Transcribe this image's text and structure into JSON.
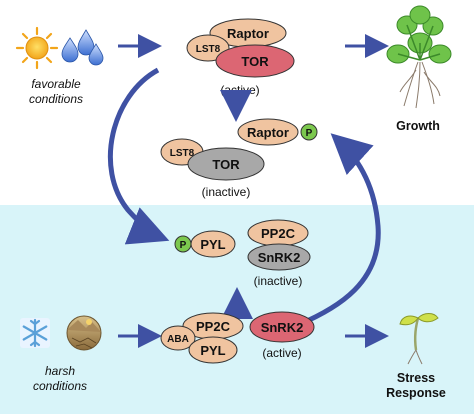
{
  "top": {
    "condition_line1": "favorable",
    "condition_line2": "conditions",
    "tor_active": {
      "lst8": "LST8",
      "raptor": "Raptor",
      "tor": "TOR",
      "state": "(active)"
    },
    "tor_inactive": {
      "lst8": "LST8",
      "raptor": "Raptor",
      "phospho": "P",
      "tor": "TOR",
      "state": "(inactive)"
    },
    "output": "Growth"
  },
  "bottom": {
    "condition_line1": "harsh",
    "condition_line2": "conditions",
    "pyl_phospho": {
      "phospho": "P",
      "pyl": "PYL"
    },
    "pp2c_snrk2_inactive": {
      "pp2c": "PP2C",
      "snrk2": "SnRK2",
      "state": "(inactive)"
    },
    "aba_complex": {
      "aba": "ABA",
      "pp2c": "PP2C",
      "pyl": "PYL"
    },
    "snrk2_active": {
      "snrk2": "SnRK2",
      "state": "(active)"
    },
    "output_line1": "Stress",
    "output_line2": "Response"
  },
  "colors": {
    "peach": "#f0c4a0",
    "red": "#dc6673",
    "gray": "#a8a8a8",
    "green": "#7cc84e",
    "arrow": "#3f51a3",
    "bottom_bg": "#d8f4f9"
  },
  "icons": [
    "sun-icon",
    "water-drops-icon",
    "snowflake-icon",
    "dry-soil-icon",
    "plant-rosette-icon",
    "seedling-icon"
  ]
}
